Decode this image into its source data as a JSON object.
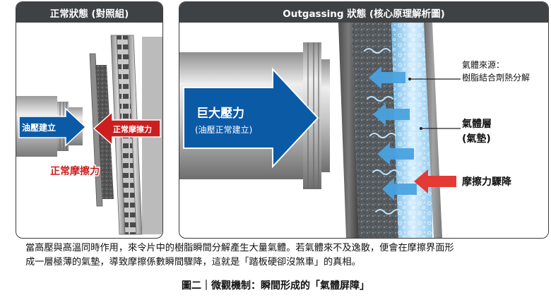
{
  "left_panel": {
    "title": "正常狀態 (對照組)",
    "label_hydraulic": "油壓建立",
    "label_friction_arrow": "正常摩擦力",
    "label_friction_bottom": "正常摩擦力"
  },
  "right_panel": {
    "title": "Outgassing 狀態 (核心原理解析圖)",
    "pressure_label": "巨大壓力",
    "pressure_sub": "(油壓正常建立)",
    "gas_source_line1": "氣體來源：",
    "gas_source_line2": "樹脂結合劑熱分解",
    "gas_layer_line1": "氣體層",
    "gas_layer_line2": "(氣墊)",
    "friction_drop": "摩擦力驟降"
  },
  "description_line1": "當高壓與高溫同時作用，來令片中的樹脂瞬間分解產生大量氣體。若氣體來不及逸散，便會在摩擦界面形",
  "description_line2": "成一層極薄的氣墊，導致摩擦係數瞬間驟降，這就是「踏板硬卻沒煞車」的真相。",
  "caption": "圖二｜微觀機制：瞬間形成的「氣體屏障」",
  "colors": {
    "header_bg": "#3f4245",
    "blue_arrow": "#0b5aa6",
    "red_arrow": "#cc1e1e",
    "gas_blue": "#8ec9ee"
  }
}
